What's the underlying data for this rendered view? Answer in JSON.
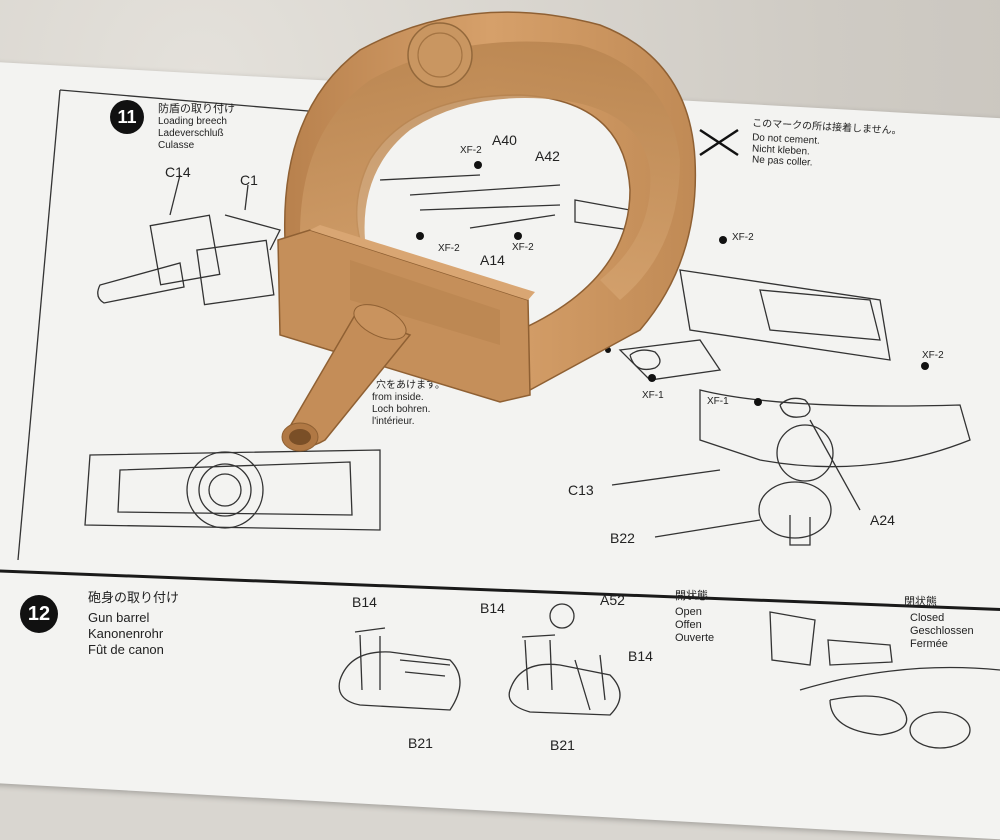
{
  "step11": {
    "number": "11",
    "title_jp": "防盾の取り付け",
    "title_en": "Loading breech",
    "title_de": "Ladeverschluß",
    "title_fr": "Culasse",
    "labels": {
      "c14": "C14",
      "c1": "C1",
      "a40": "A40",
      "a42": "A42",
      "xf2_a": "XF-2",
      "xf2_b": "XF-2",
      "xf2_c": "XF-2",
      "xf2_d": "XF-2",
      "xf2_e": "XF-2",
      "xf1_a": "XF-1",
      "xf1_b": "XF-1",
      "a14": "A14",
      "c13": "C13",
      "a24": "A24",
      "b22": "B22"
    },
    "cement_note": {
      "jp": "このマークの所は接着しません。",
      "en": "Do not cement.",
      "de": "Nicht kleben.",
      "fr": "Ne pas coller."
    },
    "drill_note": {
      "jp": "穴をあけます。",
      "en": "from inside.",
      "de": "Loch bohren.",
      "fr": "l'intérieur."
    }
  },
  "step12": {
    "number": "12",
    "title_jp": "砲身の取り付け",
    "title_en": "Gun barrel",
    "title_de": "Kanonenrohr",
    "title_fr": "Fût de canon",
    "labels": {
      "b14_a": "B14",
      "b14_b": "B14",
      "b14_c": "B14",
      "a52": "A52",
      "b21_a": "B21",
      "b21_b": "B21"
    },
    "open": {
      "jp": "開状態",
      "en": "Open",
      "de": "Offen",
      "fr": "Ouverte"
    },
    "closed": {
      "jp": "閉状態",
      "en": "Closed",
      "de": "Geschlossen",
      "fr": "Fermée"
    }
  },
  "colors": {
    "plastic": "#c8925e",
    "plastic_shadow": "#a8743f",
    "paper": "#f3f3f1",
    "ink": "#222222",
    "background": "#d9d6d0"
  }
}
